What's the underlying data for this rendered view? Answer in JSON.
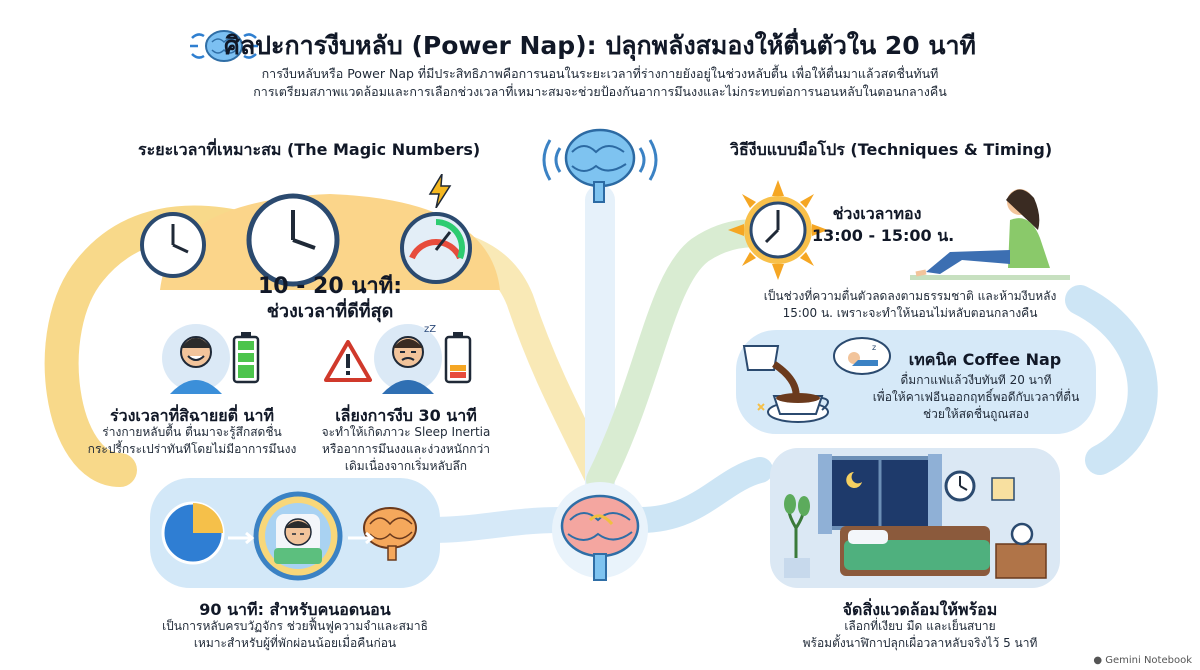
{
  "header": {
    "title": "ศิลปะการงีบหลับ (Power Nap): ปลุกพลังสมองให้ตื่นตัวใน 20 นาที",
    "subtitle_line1": "การงีบหลับหรือ Power Nap ที่มีประสิทธิภาพคือการนอนในระยะเวลาที่ร่างกายยังอยู่ในช่วงหลับตื้น เพื่อให้ตื่นมาแล้วสดชื่นทันที",
    "subtitle_line2": "การเตรียมสภาพแวดล้อมและการเลือกช่วงเวลาที่เหมาะสมจะช่วยป้องกันอาการมึนงงและไม่กระทบต่อการนอนหลับในตอนกลางคืน"
  },
  "left": {
    "section_title": "ระยะเวลาที่เหมาะสม (The Magic Numbers)",
    "best": {
      "line1": "10 - 20 นาที:",
      "line2": "ช่วงเวลาที่ดีที่สุด"
    },
    "good": {
      "heading": "ร่วงเวลาที่สิฉายยตี่ นาที",
      "line1": "ร่างกายหลับตื้น ตื่นมาจะรู้สึกสดชื่น",
      "line2": "กระปรี้กระเปร่าทันทีโดยไม่มีอาการมึนงง"
    },
    "avoid": {
      "heading": "เลี่ยงการงีบ 30 นาที",
      "line1": "จะทำให้เกิดภาวะ Sleep Inertia",
      "line2": "หรืออาการมึนงงและง่วงหนักกว่า",
      "line3": "เดิมเนื่องจากเริ่มหลับลึก"
    },
    "cycle": {
      "heading": "90 นาที: สำหรับคนอดนอน",
      "line1": "เป็นการหลับครบวัฏจักร ช่วยฟื้นฟูความจำและสมาธิ",
      "line2": "เหมาะสำหรับผู้ที่พักผ่อนน้อยเมื่อคืนก่อน"
    }
  },
  "right": {
    "section_title": "วิธีงีบแบบมือโปร (Techniques & Timing)",
    "golden": {
      "heading": "ช่วงเวลาทอง",
      "time": "13:00 - 15:00 น.",
      "line1": "เป็นช่วงที่ความตื่นตัวลดลงตามธรรมชาติ และห้ามงีบหลัง",
      "line2": "15:00 น. เพราะจะทำให้นอนไม่หลับตอนกลางคืน"
    },
    "coffee": {
      "heading": "เทคนิค Coffee Nap",
      "line1": "ดื่มกาแฟแล้วงีบทันที 20 นาที",
      "line2": "เพื่อให้คาเฟอีนออกฤทธิ์พอดีกับเวลาที่ตื่น",
      "line3": "ช่วยให้สดชื่นถูณสอง"
    },
    "environment": {
      "heading": "จัดสิ่งแวดล้อมให้พร้อม",
      "line1": "เลือกที่เงียบ มืด และเย็นสบาย",
      "line2": "พร้อมตั้งนาฬิกาปลุกเผื่อวลาหลับจริงไว้ 5 นาที"
    }
  },
  "footer": {
    "label": "Gemini Notebook"
  },
  "colors": {
    "accent_orange": "#f5a623",
    "accent_blue": "#3b82c4",
    "path_blue": "#cfe6f7",
    "path_yellow": "#f8e6b0",
    "bg": "#ffffff"
  },
  "icons": [
    "brain-icon",
    "clock-icon",
    "gauge-icon",
    "lightning-icon",
    "happy-person-icon",
    "battery-full-icon",
    "warning-icon",
    "tired-person-icon",
    "battery-low-icon",
    "pie-timer-icon",
    "sleeping-face-icon",
    "sun-clock-icon",
    "relaxing-woman-icon",
    "coffee-cup-icon",
    "dream-bubble-icon",
    "bedroom-icon",
    "camera-icon"
  ]
}
